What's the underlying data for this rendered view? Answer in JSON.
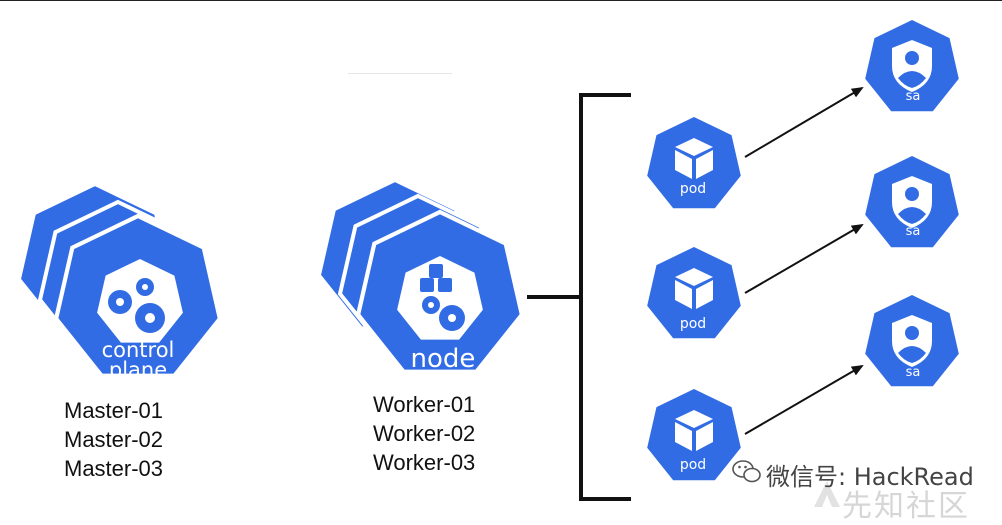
{
  "control_plane": {
    "icon_label_line1": "control",
    "icon_label_line2": "plane",
    "hosts": [
      "Master-01",
      "Master-02",
      "Master-03"
    ]
  },
  "worker_node": {
    "icon_label": "node",
    "hosts": [
      "Worker-01",
      "Worker-02",
      "Worker-03"
    ]
  },
  "pods": [
    {
      "label": "pod",
      "service_account_label": "sa"
    },
    {
      "label": "pod",
      "service_account_label": "sa"
    },
    {
      "label": "pod",
      "service_account_label": "sa"
    }
  ],
  "watermark": {
    "label": "微信号: HackRead",
    "site": "先知社区"
  },
  "colors": {
    "k8s_blue": "#326ce5",
    "line": "#111111"
  },
  "icons": {
    "control_plane": "gears-icon",
    "node": "cubes-gears-icon",
    "pod": "cube-icon",
    "service_account": "user-shield-icon",
    "wechat": "wechat-icon"
  }
}
